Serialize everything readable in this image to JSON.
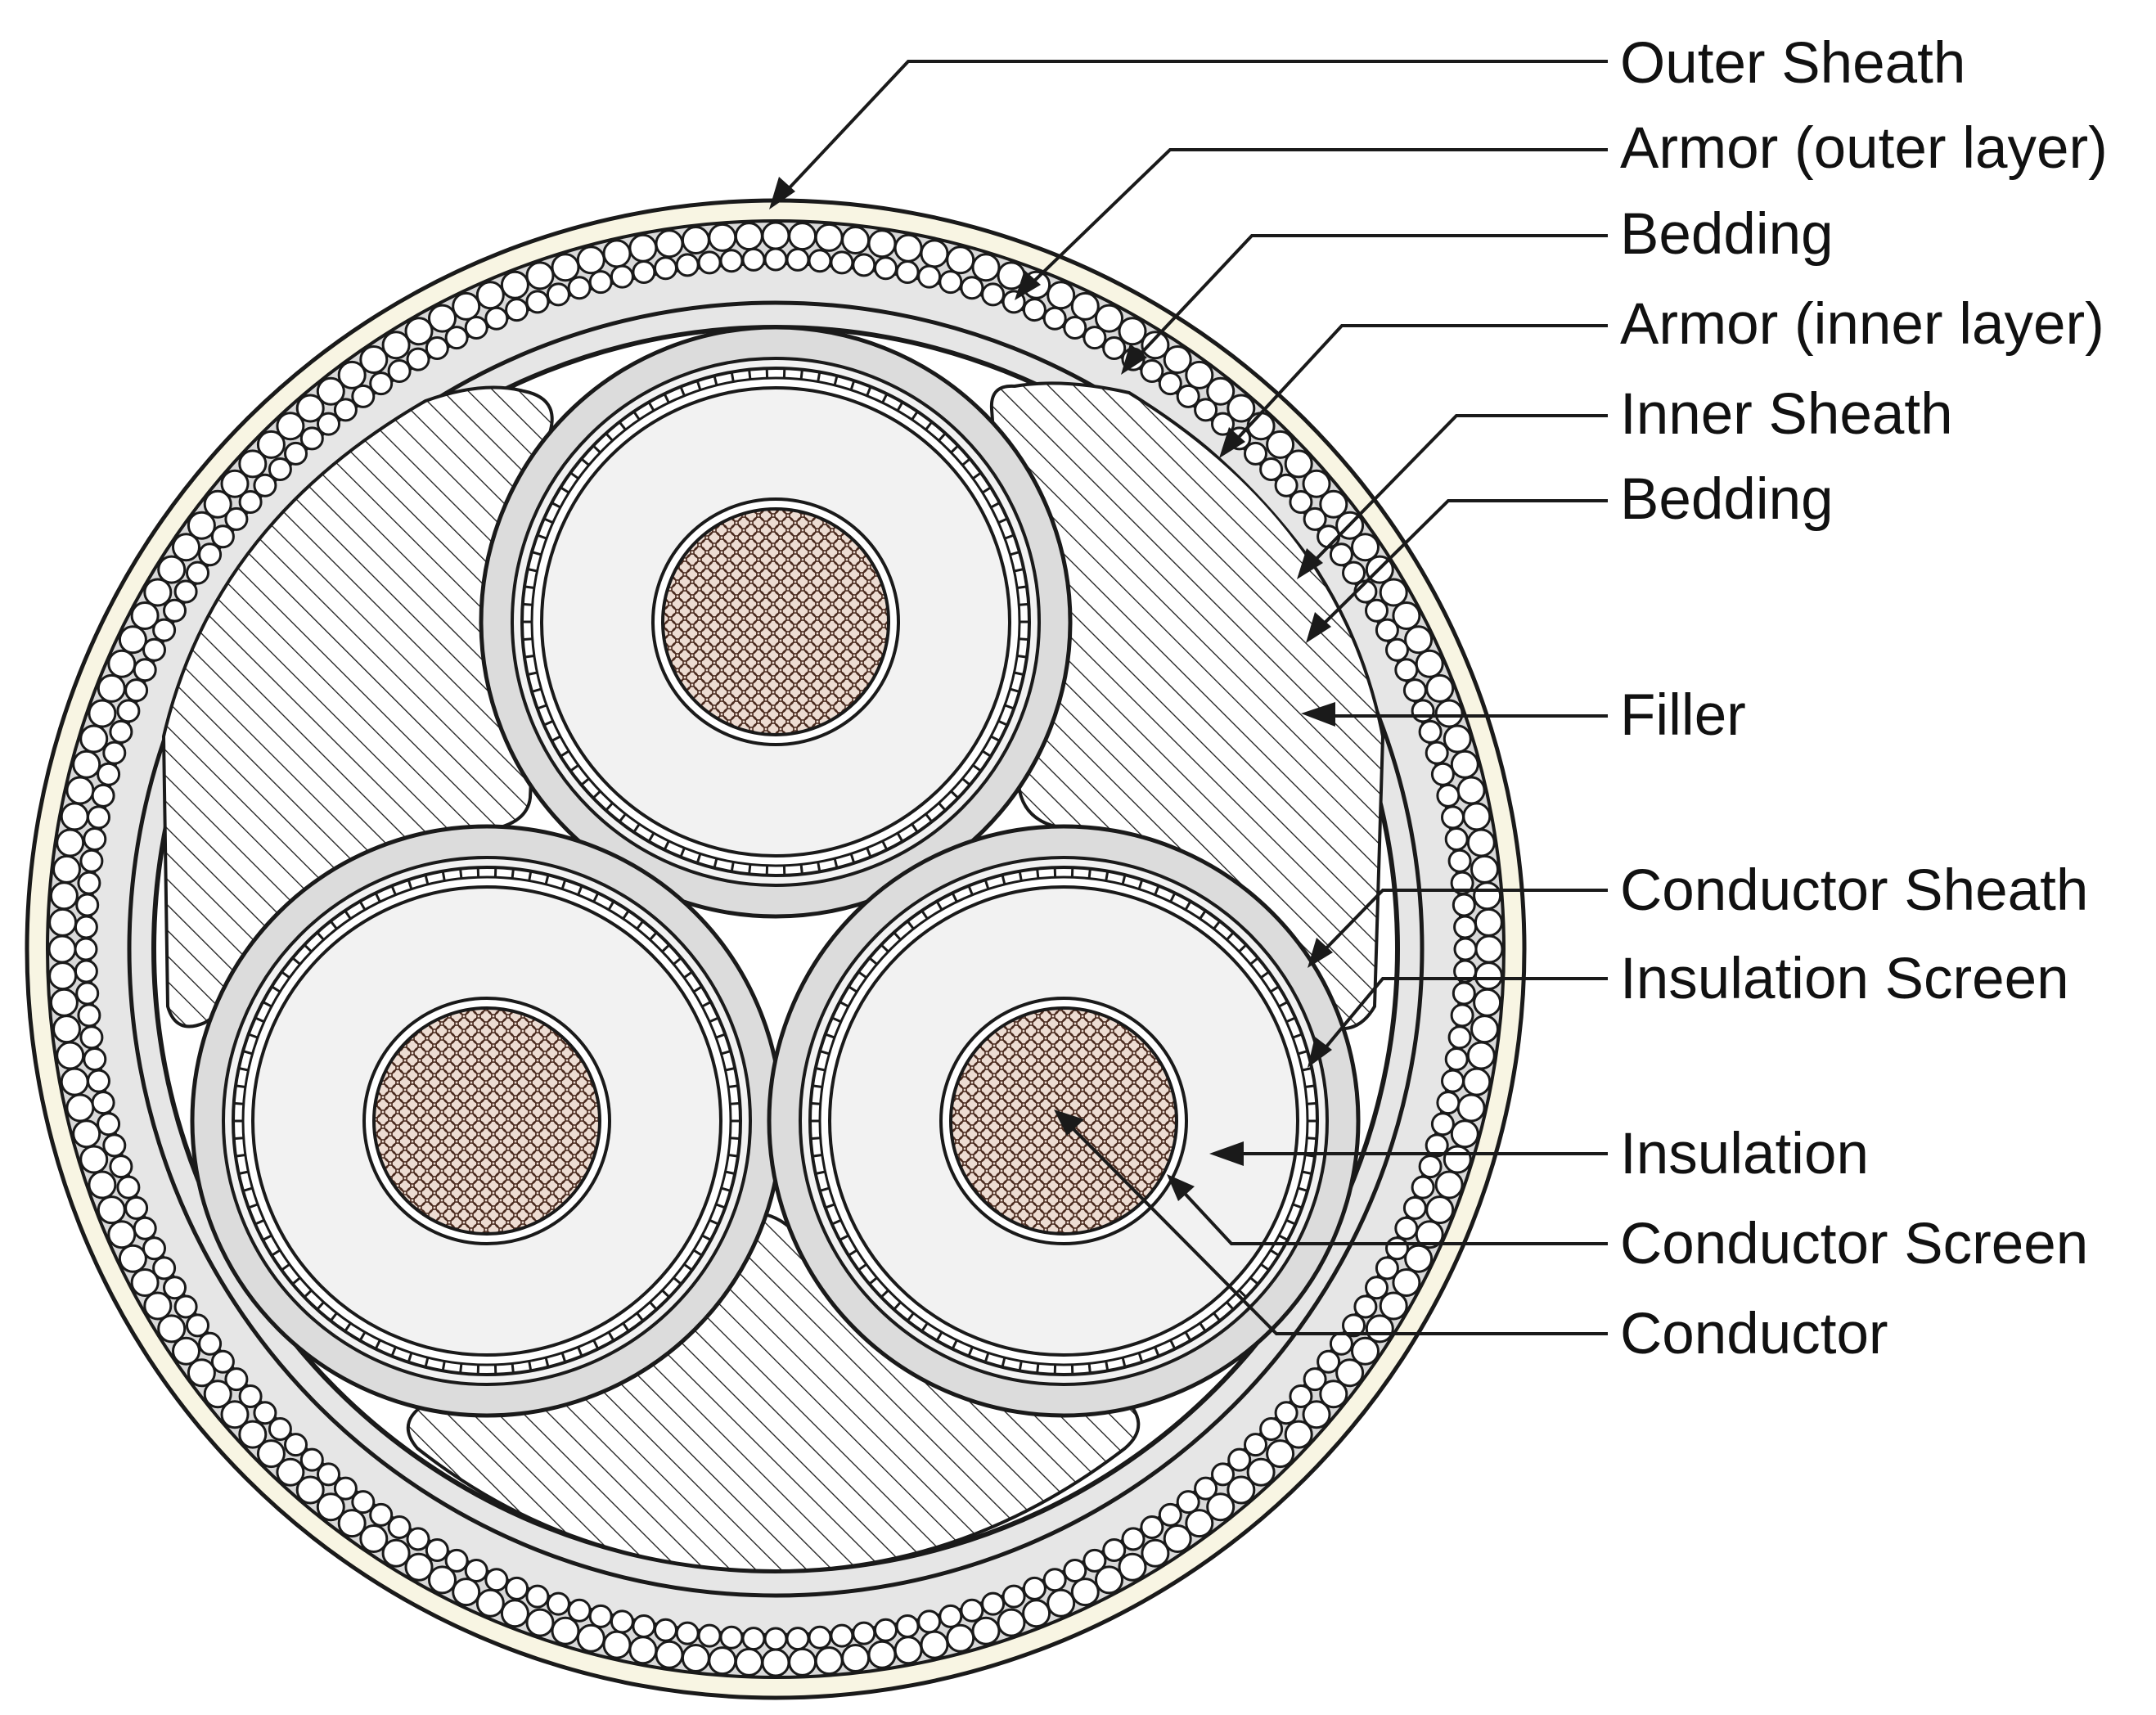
{
  "labels": {
    "outer_sheath": "Outer Sheath",
    "armor_outer": "Armor (outer layer)",
    "bedding_outer": "Bedding",
    "armor_inner": "Armor (inner layer)",
    "inner_sheath": "Inner Sheath",
    "bedding_inner": "Bedding",
    "filler": "Filler",
    "conductor_sheath": "Conductor Sheath",
    "insulation_screen": "Insulation Screen",
    "insulation": "Insulation",
    "conductor_screen": "Conductor Screen",
    "conductor": "Conductor"
  },
  "colors": {
    "outer_sheath": "#f8f5e3",
    "conductor": "#eddcd2",
    "insulation": "#f2f2f2",
    "sheath_grey": "#dcdcdc",
    "armor_wire": "#ffffff",
    "outline": "#1a1a1a"
  }
}
